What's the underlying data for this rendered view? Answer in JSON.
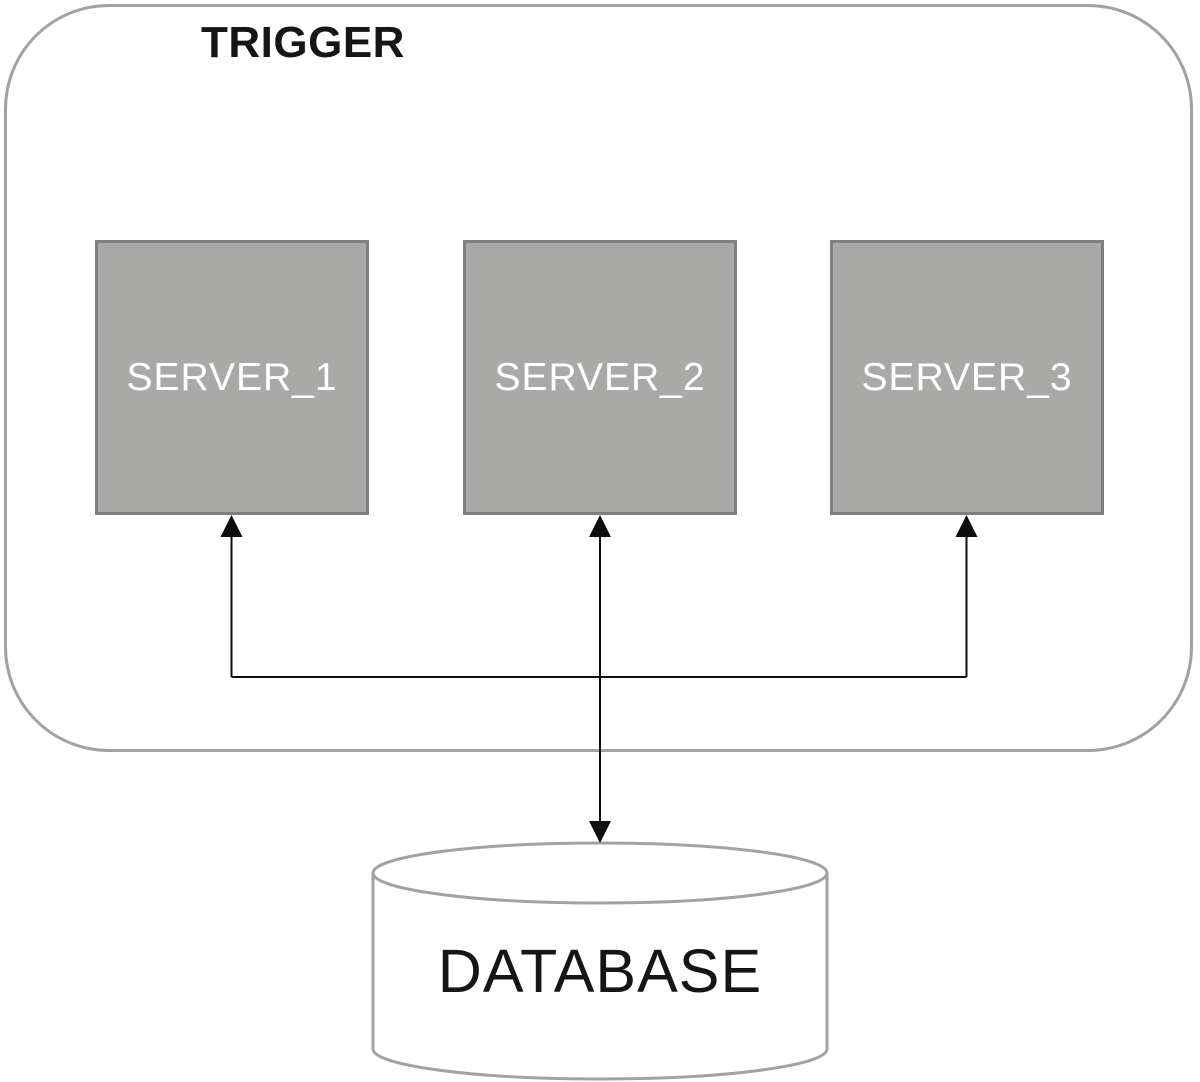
{
  "diagram": {
    "trigger_group": {
      "label": "TRIGGER"
    },
    "servers": [
      {
        "id": "server_1",
        "label": "SERVER_1"
      },
      {
        "id": "server_2",
        "label": "SERVER_2"
      },
      {
        "id": "server_3",
        "label": "SERVER_3"
      }
    ],
    "database": {
      "label": "DATABASE",
      "shape": "cylinder"
    },
    "connections": [
      {
        "from": "database",
        "to": "server_1",
        "arrow": "into-server"
      },
      {
        "from": "database",
        "to": "server_2",
        "arrow": "double-headed"
      },
      {
        "from": "database",
        "to": "server_3",
        "arrow": "into-server"
      }
    ],
    "colors": {
      "group_border": "#a2a2a2",
      "server_fill": "#a9aaa7",
      "server_border": "#7f7f7f",
      "server_text": "#ffffff",
      "connector": "#0d0d0d",
      "cylinder_border": "#a2a2a2",
      "title_text": "#151515"
    }
  }
}
